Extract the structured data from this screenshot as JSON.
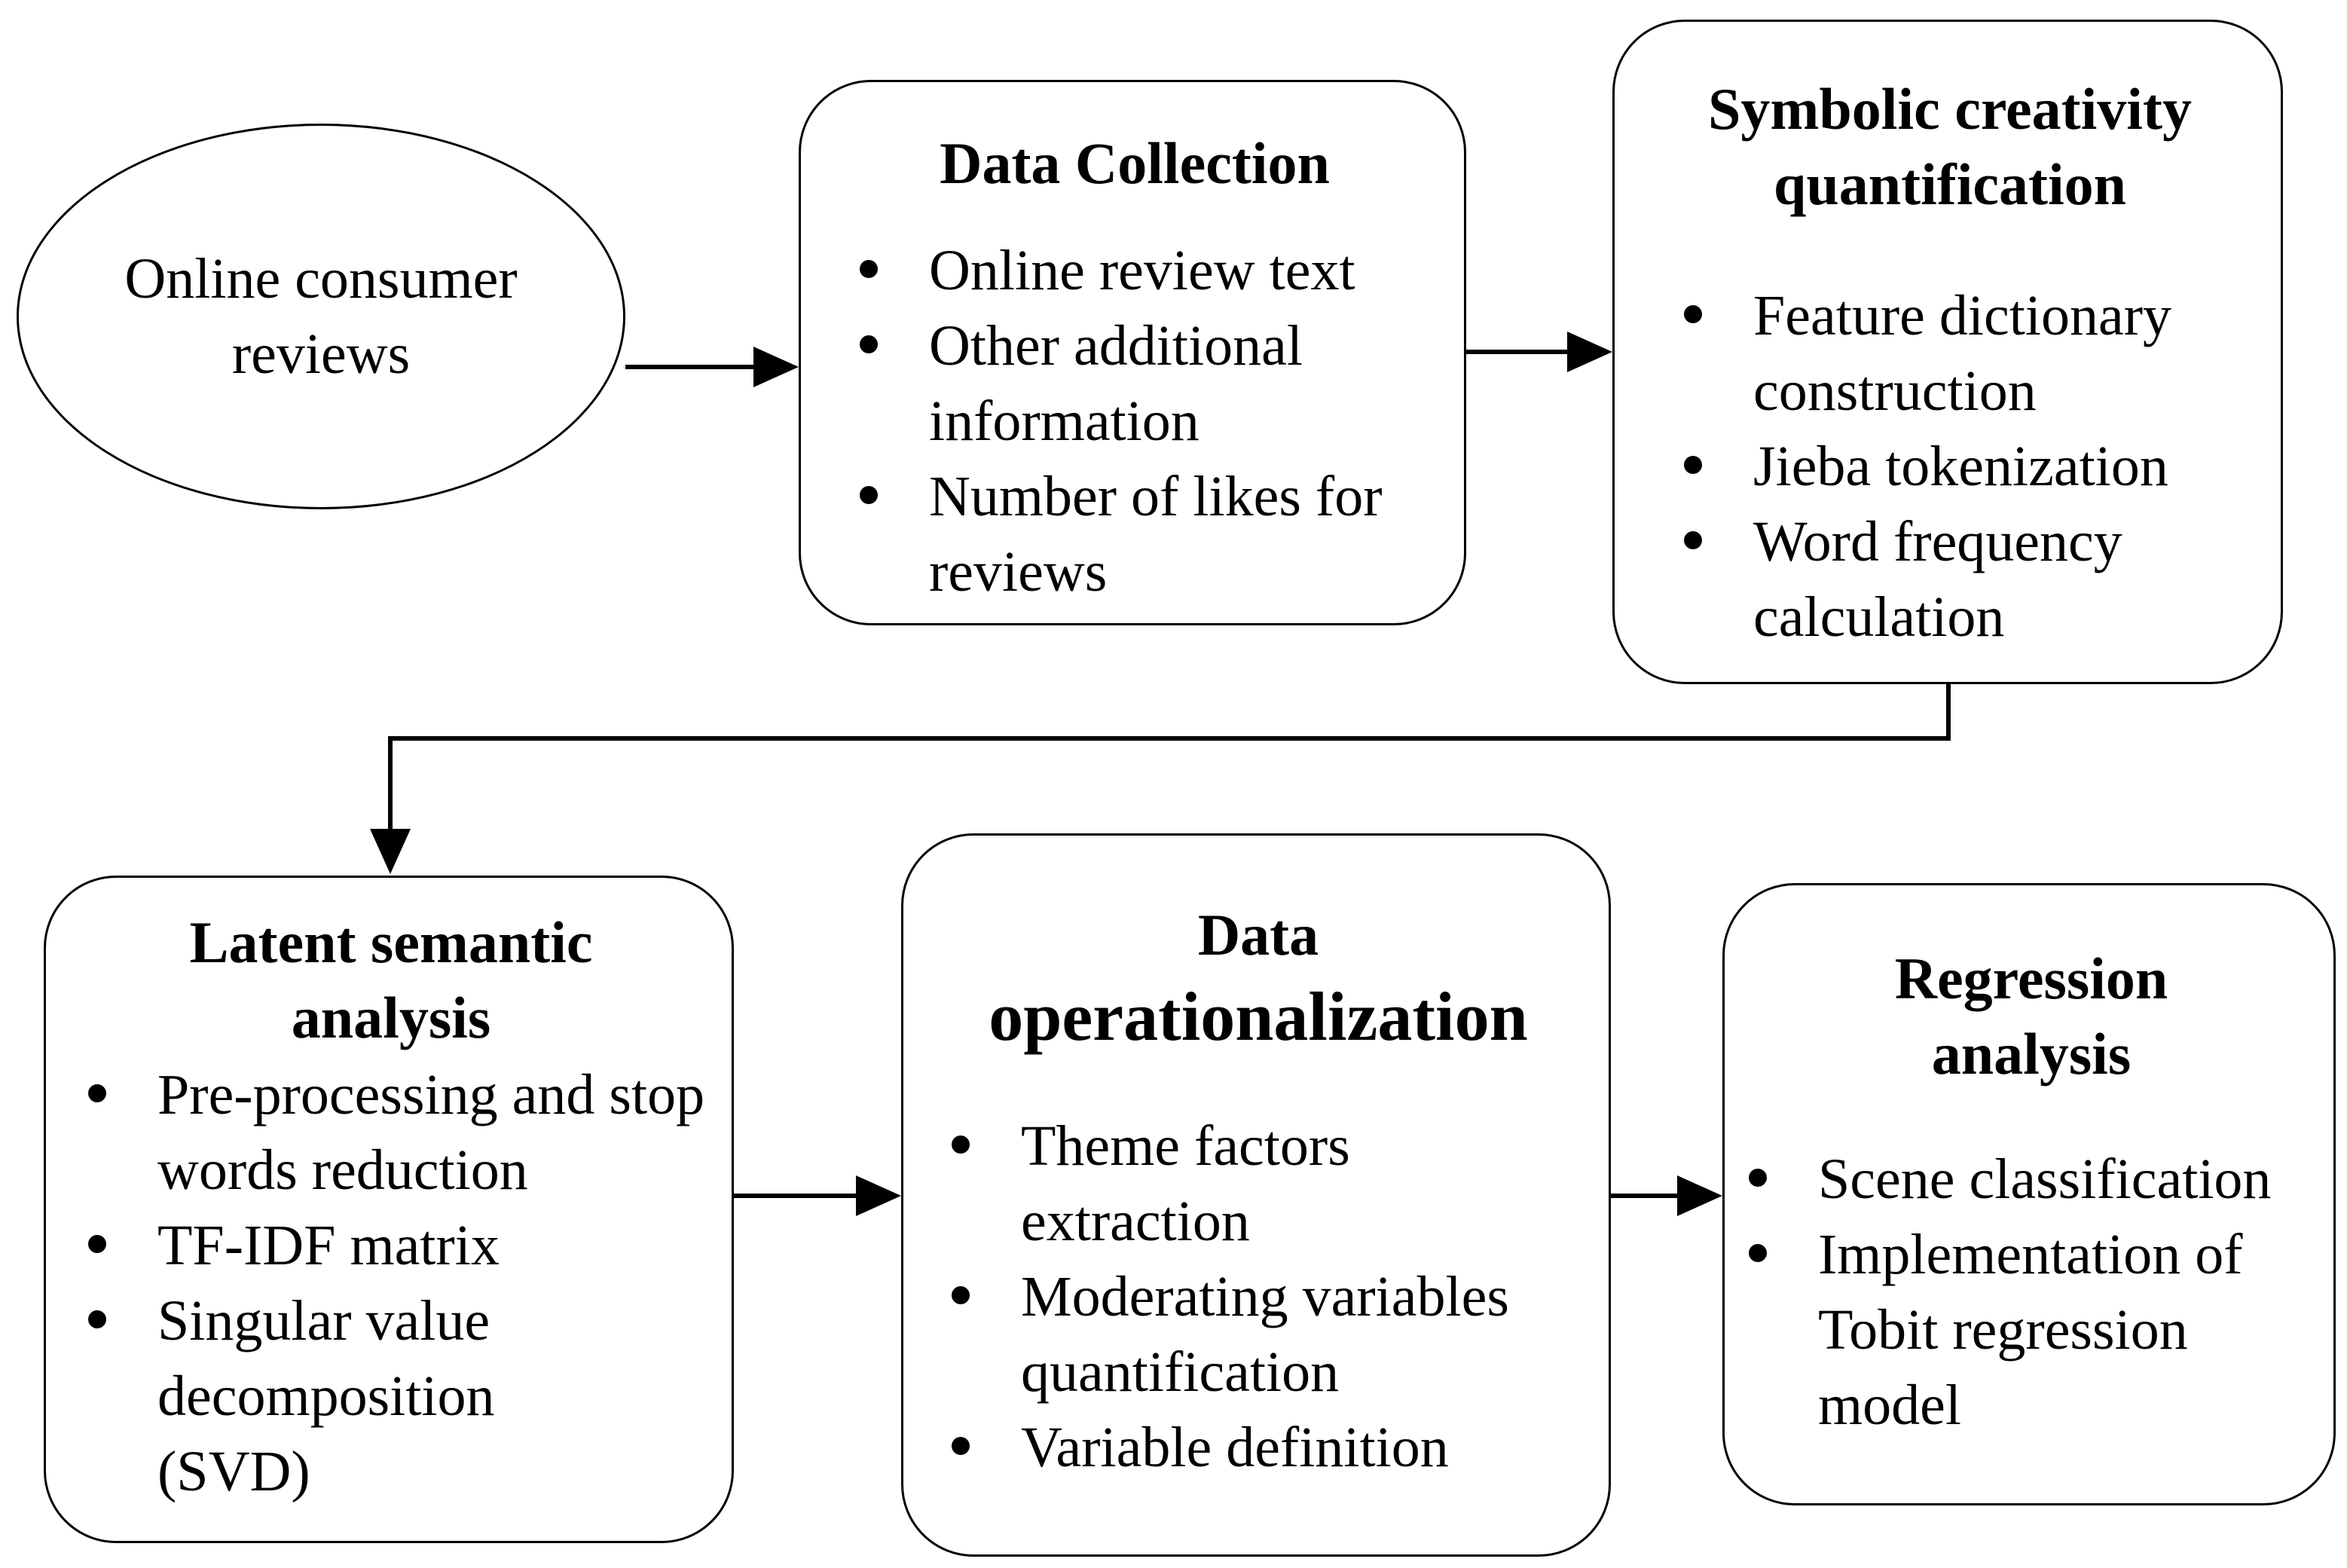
{
  "start_node": {
    "label_line1": "Online consumer",
    "label_line2": "reviews"
  },
  "data_collection": {
    "title": "Data Collection",
    "items": [
      "Online review text",
      "Other additional information",
      "Number of likes for reviews"
    ]
  },
  "symbolic_creativity": {
    "title_line1": "Symbolic creativity",
    "title_line2": "quantification",
    "items": [
      "Feature dictionary construction",
      "Jieba tokenization",
      "Word frequency calculation"
    ]
  },
  "latent_semantic": {
    "title_line1": "Latent semantic",
    "title_line2": "analysis",
    "items": [
      "Pre-processing and stop words reduction",
      "TF-IDF matrix",
      "Singular value decomposition (SVD)"
    ]
  },
  "data_operationalization": {
    "title_line1": "Data",
    "title_line2": "operationalization",
    "items": [
      "Theme factors extraction",
      "Moderating variables quantification",
      "Variable definition"
    ]
  },
  "regression": {
    "title_line1": "Regression",
    "title_line2": "analysis",
    "items": [
      "Scene classification",
      "Implementation of Tobit regression model"
    ]
  }
}
